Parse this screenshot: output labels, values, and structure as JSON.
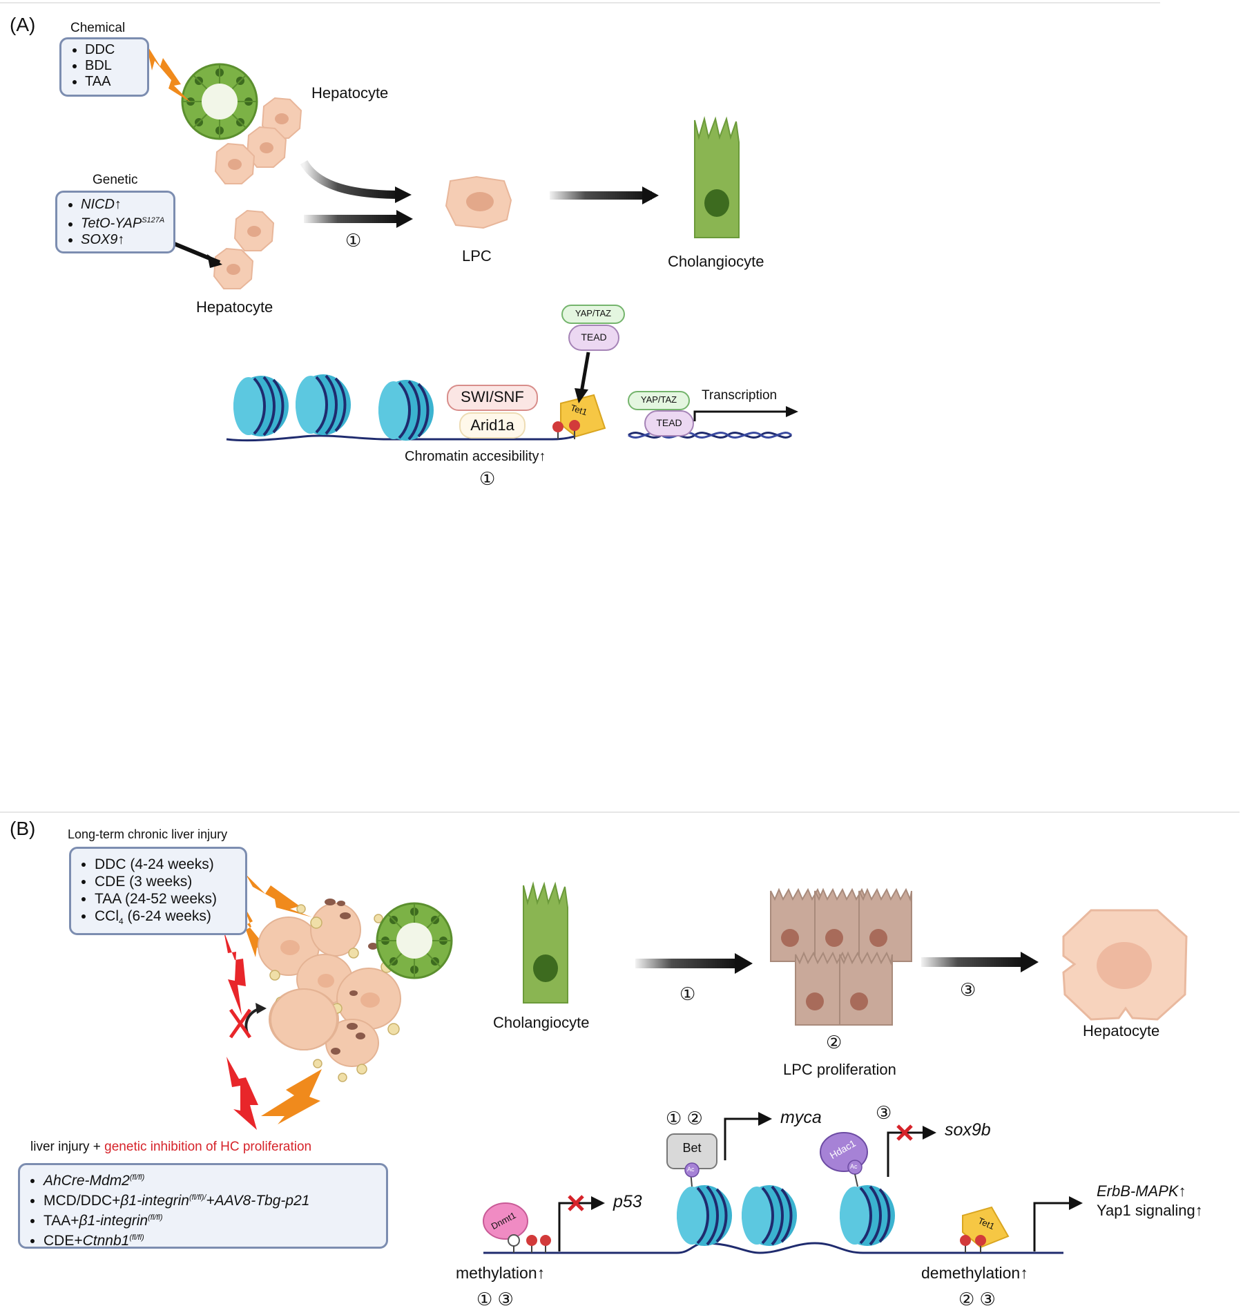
{
  "panelA": {
    "label": "(A)",
    "chemical": {
      "title": "Chemical",
      "items": [
        "DDC",
        "BDL",
        "TAA"
      ]
    },
    "genetic": {
      "title": "Genetic",
      "items": [
        {
          "text": "NICD↑",
          "sup": ""
        },
        {
          "text": "TetO-YAP",
          "sup": "S127A"
        },
        {
          "text": "SOX9↑",
          "sup": ""
        }
      ]
    },
    "hepatocyte_top": "Hepatocyte",
    "hepatocyte_bottom": "Hepatocyte",
    "lpc": "LPC",
    "cholangiocyte": "Cholangiocyte",
    "step_marker": "①",
    "yap_taz": "YAP/TAZ",
    "tead": "TEAD",
    "swi_snf": "SWI/SNF",
    "arid1a": "Arid1a",
    "tet1": "Tet1",
    "transcription": "Transcription",
    "chromatin": "Chromatin accesibility↑",
    "chromatin_step": "①"
  },
  "panelB": {
    "label": "(B)",
    "chronic": {
      "title": "Long-term chronic liver injury",
      "items": [
        {
          "pre": "DDC (4-24 weeks)",
          "sub": "",
          "post": ""
        },
        {
          "pre": "CDE (3 weeks)",
          "sub": "",
          "post": ""
        },
        {
          "pre": "TAA (24-52 weeks)",
          "sub": "",
          "post": ""
        },
        {
          "pre": "CCl",
          "sub": "4",
          "post": "(6-24 weeks)"
        }
      ]
    },
    "genetic_title_black": "liver injury + ",
    "genetic_title_red": "genetic inhibition of HC proliferation",
    "genetic_items": [
      {
        "pre": "",
        "it": "AhCre-Mdm2",
        "sup": "(fl/fl)",
        "post": "",
        "sup2": ""
      },
      {
        "pre": "MCD/DDC+",
        "it": "β1-integrin",
        "sup": "(fl/fl)/",
        "post": "+AAV8-Tbg-p21",
        "sup2": ""
      },
      {
        "pre": "TAA+",
        "it": "β1-integrin",
        "sup": "(fl/fl)",
        "post": "",
        "sup2": ""
      },
      {
        "pre": "CDE+",
        "it": "Ctnnb1",
        "sup": "(fl/fl)",
        "post": "",
        "sup2": ""
      }
    ],
    "cholangiocyte": "Cholangiocyte",
    "step1": "①",
    "step2": "②",
    "step3": "③",
    "lpc_proliferation": "LPC proliferation",
    "hepatocyte": "Hepatocyte",
    "dnmt1": "Dnmt1",
    "p53": "p53",
    "bet": "Bet",
    "ac": "Ac",
    "myca": "myca",
    "myca_steps": "① ②",
    "hdac1": "Hdac1",
    "sox9b": "sox9b",
    "sox9b_steps": "③",
    "tet1": "Tet1",
    "erbb": "ErbB-MAPK↑",
    "yap1": "Yap1 signaling↑",
    "yap1_italic": "Yap1",
    "methylation": "methylation↑",
    "methylation_steps": "① ③",
    "demethylation": "demethylation↑",
    "demethylation_steps": "② ③"
  },
  "colors": {
    "box_border": "#7c8db0",
    "box_fill": "#eef2f9",
    "nucleosome": "#3bb3d0",
    "dna": "#1f2b6e",
    "bolt_orange": "#f08a1c",
    "bolt_red": "#e8262a",
    "cholangiocyte": "#8ab552",
    "hepatocyte": "#f5cdb4",
    "lpc_cell": "#c9a99a",
    "tet1": "#f6c744",
    "dnmt1": "#f08bc3",
    "hdac1": "#a682d6",
    "red_text": "#d6232a"
  }
}
